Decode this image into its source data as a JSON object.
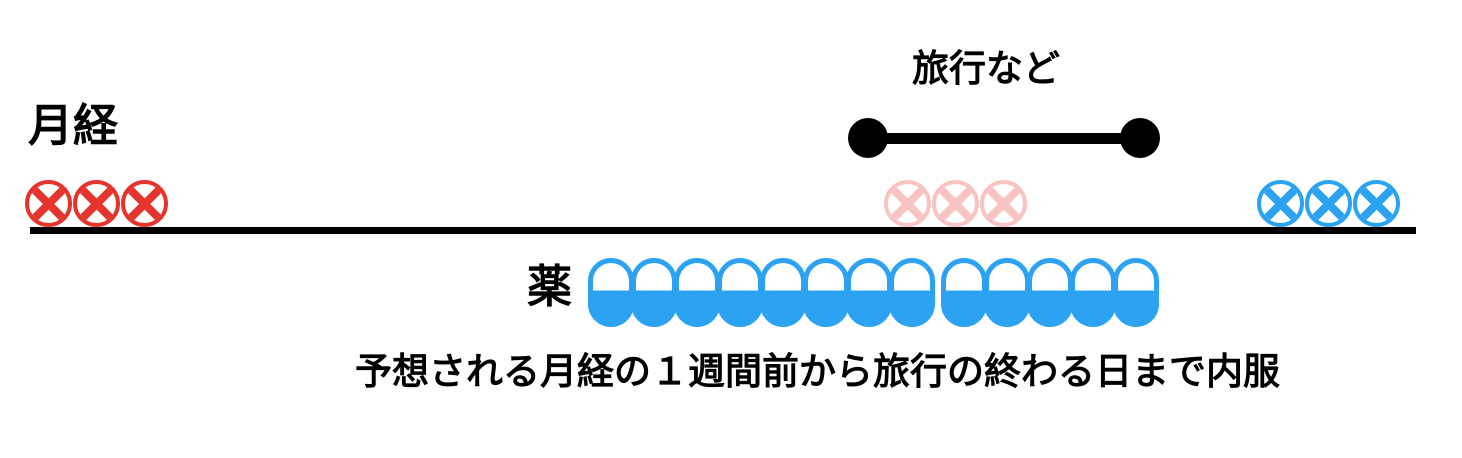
{
  "colors": {
    "background": "#FFFFFF",
    "black": "#000000",
    "red": "#E5342C",
    "pink": "#F9C3C2",
    "blue": "#2BA3F2"
  },
  "labels": {
    "menstruation": "月経",
    "travel": "旅行など",
    "medicine": "薬",
    "caption": "予想される月経の１週間前から旅行の終わる日まで内服"
  },
  "markers": {
    "groups": [
      {
        "name": "marker-group-menstruation-red",
        "count": 3,
        "color": "#E5342C"
      },
      {
        "name": "marker-group-expected-pink",
        "count": 3,
        "color": "#F9C3C2"
      },
      {
        "name": "marker-group-delayed-blue",
        "count": 3,
        "color": "#2BA3F2"
      }
    ]
  },
  "pills": {
    "groups": [
      8,
      5
    ],
    "total": 13
  }
}
